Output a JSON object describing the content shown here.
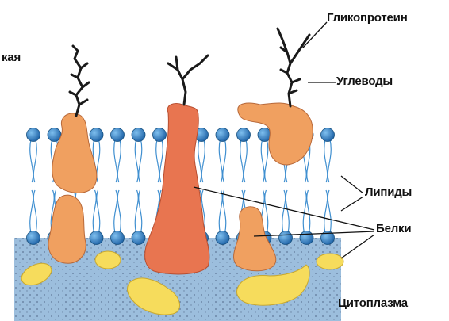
{
  "labels": {
    "edge": "кая",
    "glycoprotein": "Гликопротеин",
    "carbohydrates": "Углеводы",
    "lipids": "Липиды",
    "proteins": "Белки",
    "cytoplasm": "Цитоплазма"
  },
  "colors": {
    "lipid_head": "#2c7fc4",
    "lipid_tail": "#3f8fd0",
    "protein": "#f0a060",
    "channel_protein": "#e87550",
    "peripheral_protein": "#f6dc5c",
    "cytoplasm": "#9cbedd",
    "carbohydrate_chain": "#1a1a1a"
  }
}
